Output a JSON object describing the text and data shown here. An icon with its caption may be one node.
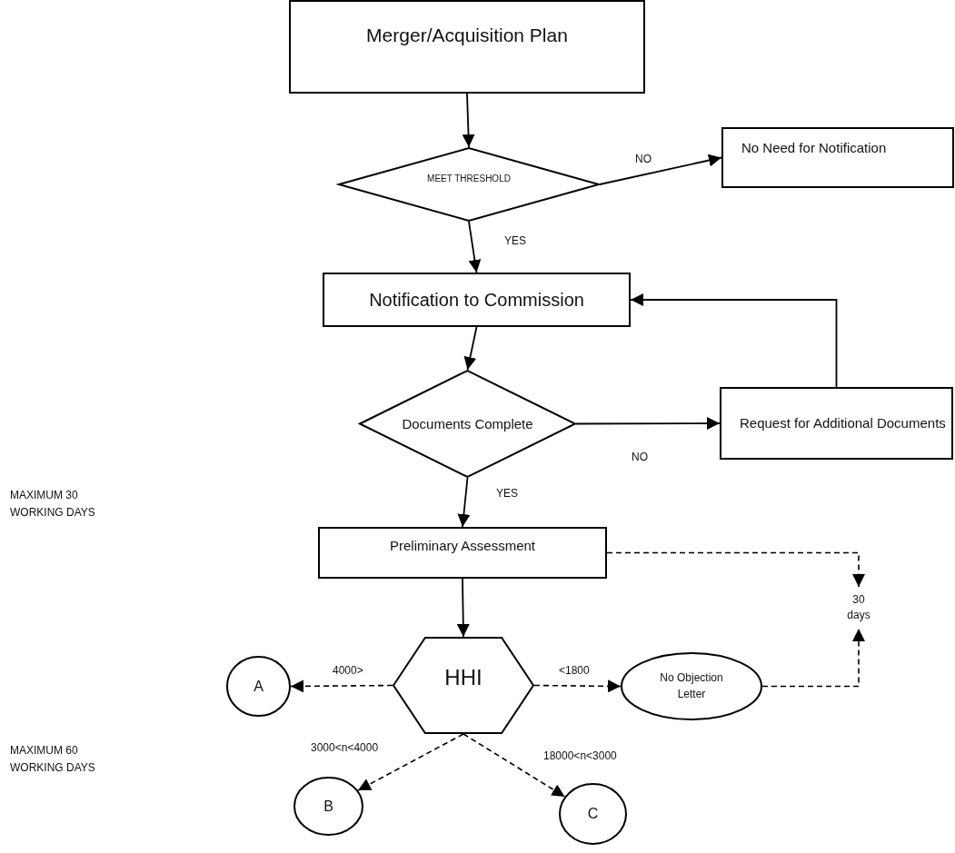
{
  "diagram": {
    "nodes": [
      {
        "text": [
          "Merger/Acquisition Plan"
        ]
      },
      {
        "text": [
          "MEET THRESHOLD"
        ]
      },
      {
        "text": [
          "No Need for Notification"
        ]
      },
      {
        "text": [
          "Notification to Commission"
        ]
      },
      {
        "text": [
          "Documents Complete"
        ]
      },
      {
        "text": [
          "Request for Additional Documents"
        ]
      },
      {
        "text": [
          "Preliminary Assessment"
        ]
      },
      {
        "text": [
          "HHI"
        ]
      },
      {
        "text": [
          "A"
        ]
      },
      {
        "text": [
          "No Objection Letter"
        ]
      },
      {
        "text": [
          "30 days"
        ]
      },
      {
        "text": [
          "B"
        ]
      },
      {
        "text": [
          "C"
        ]
      }
    ],
    "edges": [
      {
        "from": 0,
        "to": 1,
        "arrow": "to"
      },
      {
        "from": 1,
        "to": 2,
        "arrow": "to",
        "label": "NO"
      },
      {
        "from": 1,
        "to": 3,
        "arrow": "to",
        "label": "YES"
      },
      {
        "from": 3,
        "to": 4,
        "arrow": "to"
      },
      {
        "from": 4,
        "to": 5,
        "arrow": "to",
        "label": "NO"
      },
      {
        "from": 5,
        "to": 3,
        "arrow": "to"
      },
      {
        "from": 4,
        "to": 6,
        "arrow": "to",
        "label": "YES"
      },
      {
        "from": 6,
        "to": 7,
        "arrow": "to"
      },
      {
        "from": 7,
        "to": 8,
        "arrow": "to",
        "label": "4000>",
        "style": "dashed"
      },
      {
        "from": 7,
        "to": 9,
        "arrow": "to",
        "label": "<1800",
        "style": "dashed"
      },
      {
        "from": 6,
        "to": 10,
        "arrow": "to",
        "style": "dashed"
      },
      {
        "from": 9,
        "to": 10,
        "arrow": "to",
        "style": "dashed"
      },
      {
        "from": 7,
        "to": 11,
        "arrow": "to",
        "label": "3000<n<4000",
        "style": "dashed"
      },
      {
        "from": 7,
        "to": 12,
        "arrow": "to",
        "label": "18000<n<3000",
        "style": "dashed"
      }
    ],
    "labels": [
      "MAXIMUM 30 WORKING DAYS",
      "MAXIMUM 60 WORKING DAYS"
    ]
  }
}
